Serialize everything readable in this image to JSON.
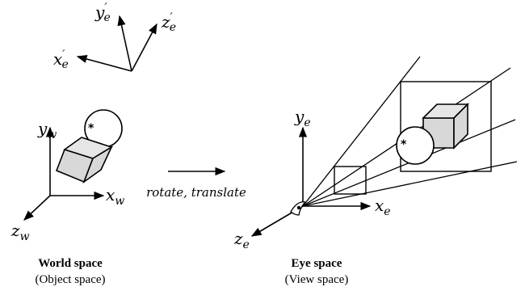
{
  "rotated_axes": {
    "x": {
      "base": "x",
      "prime": "′",
      "sub": "e"
    },
    "y": {
      "base": "y",
      "prime": "′",
      "sub": "e"
    },
    "z": {
      "base": "z",
      "prime": "′",
      "sub": "e"
    }
  },
  "world": {
    "axes": {
      "x": {
        "base": "x",
        "sub": "w"
      },
      "y": {
        "base": "y",
        "sub": "w"
      },
      "z": {
        "base": "z",
        "sub": "w"
      }
    },
    "title": "World space",
    "subtitle": "(Object space)"
  },
  "transform_label": "rotate, translate",
  "eye": {
    "axes": {
      "x": {
        "base": "x",
        "sub": "e"
      },
      "y": {
        "base": "y",
        "sub": "e"
      },
      "z": {
        "base": "z",
        "sub": "e"
      }
    },
    "title": "Eye space",
    "subtitle": "(View space)"
  },
  "colors": {
    "stroke": "#000000",
    "cube_face": "#d8d8d8",
    "cube_top": "#e6e6e6"
  }
}
